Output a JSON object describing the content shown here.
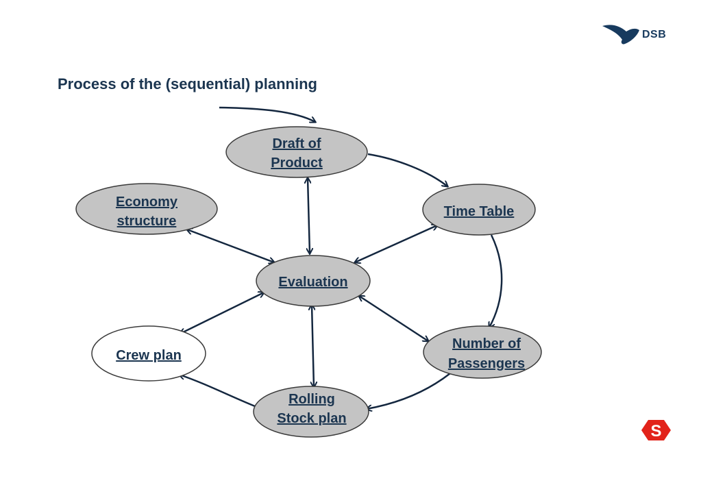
{
  "title": "Process of the (sequential) planning",
  "logo": {
    "text": "DSB",
    "icon": "dsb-bird-logo"
  },
  "footer_logo": {
    "icon": "s-train-logo",
    "color": "#e2231a"
  },
  "colors": {
    "node_fill": "#c4c4c4",
    "node_stroke": "#3a3a3a",
    "arrow": "#14273f",
    "text": "#1b3550"
  },
  "nodes": {
    "draft": {
      "line1": "Draft of ",
      "line2": "Product  "
    },
    "economy": {
      "line1": "Economy",
      "line2": "structure "
    },
    "timetable": {
      "line1": "Time Table"
    },
    "evaluation": {
      "line1": "Evaluation"
    },
    "crew": {
      "line1": "Crew plan"
    },
    "passengers": {
      "line1": "Number of",
      "line2": "Passengers"
    },
    "rolling": {
      "line1": "Rolling",
      "line2": "Stock plan"
    }
  }
}
